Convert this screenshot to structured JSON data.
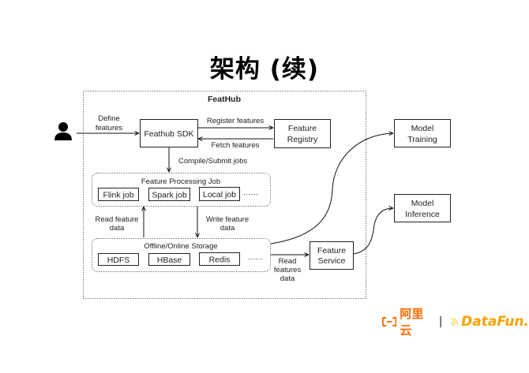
{
  "slide": {
    "title": "架构 (续)"
  },
  "diagram": {
    "container_label": "FeatHub",
    "user": {
      "icon": "user-icon"
    },
    "nodes": {
      "sdk": "Feathub SDK",
      "registry_line1": "Feature",
      "registry_line2": "Registry",
      "processing_group": "Feature Processing Job",
      "flink": "Flink job",
      "spark": "Spark job",
      "local": "Local job",
      "processing_more": "······",
      "storage_group": "Offline/Online Storage",
      "hdfs": "HDFS",
      "hbase": "HBase",
      "redis": "Redis",
      "storage_more": "······",
      "service_line1": "Feature",
      "service_line2": "Service",
      "training_line1": "Model",
      "training_line2": "Training",
      "inference_line1": "Model",
      "inference_line2": "Inference"
    },
    "edges": {
      "define_line1": "Define",
      "define_line2": "features",
      "register": "Register features",
      "fetch": "Fetch features",
      "compile": "Compile/Submit jobs",
      "read_feature_line1": "Read feature",
      "read_feature_line2": "data",
      "write_feature_line1": "Write feature",
      "write_feature_line2": "data",
      "read_features_line1": "Read",
      "read_features_line2": "features",
      "read_features_line3": "data"
    }
  },
  "footer": {
    "aliyun_text": "阿里云",
    "separator": "|",
    "datafun_text": "DataFun.",
    "colors": {
      "aliyun": "#ff6a00",
      "datafun": "#f5a200"
    }
  }
}
